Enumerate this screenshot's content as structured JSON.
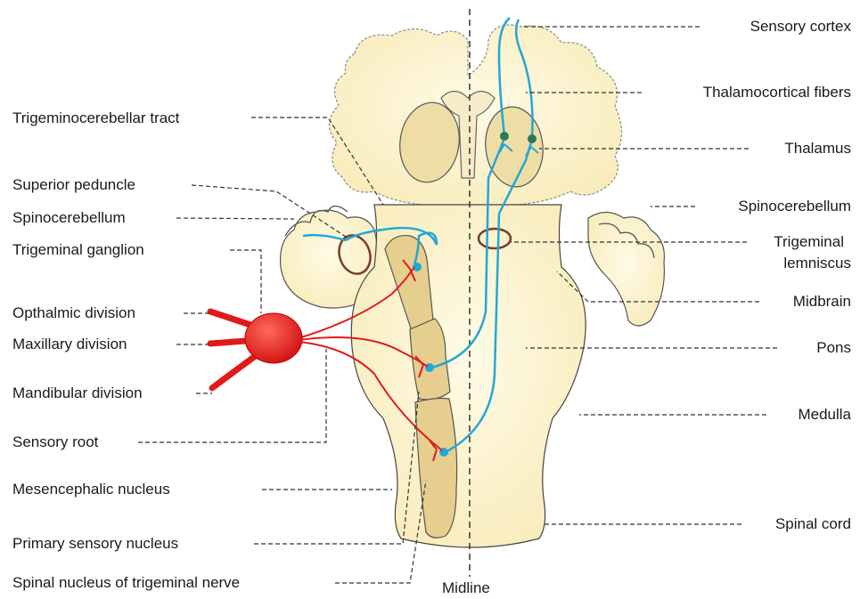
{
  "colors": {
    "brain_fill": "#fdf5cc",
    "brain_outline": "#222222",
    "nucleus_fill": "#e6cf8e",
    "thalamus_fill": "#eedea5",
    "nerve_red": "#e01b1b",
    "fiber_blue": "#22a7d6",
    "peduncle_ring": "#7a3a2a",
    "leader_line": "#333333"
  },
  "labels_left": {
    "trigeminocerebellar_tract": "Trigeminocerebellar tract",
    "superior_peduncle": "Superior peduncle",
    "spinocerebellum": "Spinocerebellum",
    "trigeminal_ganglion": "Trigeminal ganglion",
    "opthalmic_division": "Opthalmic division",
    "maxillary_division": "Maxillary division",
    "mandibular_division": "Mandibular division",
    "sensory_root": "Sensory root",
    "mesencephalic_nucleus": "Mesencephalic nucleus",
    "primary_sensory_nucleus": "Primary sensory nucleus",
    "spinal_nucleus": "Spinal nucleus of trigeminal nerve"
  },
  "labels_right": {
    "sensory_cortex": "Sensory cortex",
    "thalamocortical_fibers": "Thalamocortical fibers",
    "thalamus": "Thalamus",
    "spinocerebellum": "Spinocerebellum",
    "trigeminal_lemniscus_line1": "Trigeminal",
    "trigeminal_lemniscus_line2": "lemniscus",
    "midbrain": "Midbrain",
    "pons": "Pons",
    "medulla": "Medulla",
    "spinal_cord": "Spinal cord"
  },
  "labels_bottom": {
    "midline": "Midline"
  }
}
